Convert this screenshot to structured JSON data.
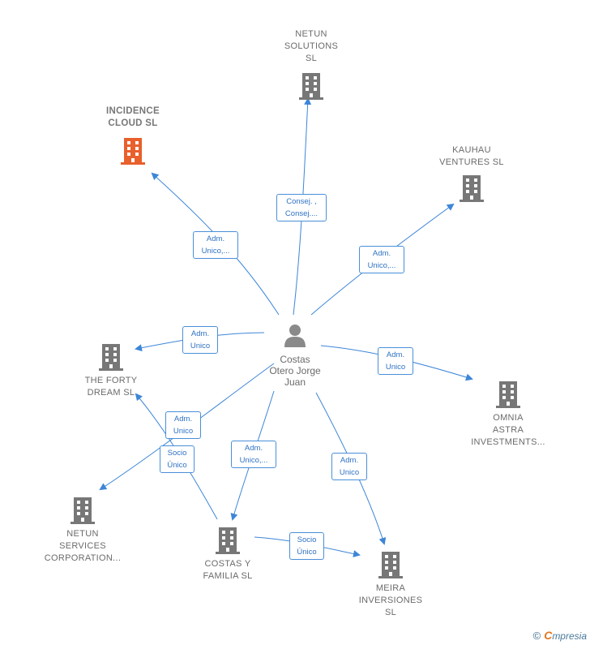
{
  "center": {
    "name": "Costas\nOtero Jorge\nJuan",
    "icon": "person-icon"
  },
  "nodes": [
    {
      "id": "netun-solutions",
      "name": "NETUN\nSOLUTIONS\nSL",
      "icon": "building-icon",
      "color": "#777777"
    },
    {
      "id": "incidence-cloud",
      "name": "INCIDENCE\nCLOUD  SL",
      "icon": "building-icon",
      "color": "#e8602c",
      "focus": true
    },
    {
      "id": "kauhau-ventures",
      "name": "KAUHAU\nVENTURES  SL",
      "icon": "building-icon",
      "color": "#777777"
    },
    {
      "id": "the-forty-dream",
      "name": "THE FORTY\nDREAM  SL",
      "icon": "building-icon",
      "color": "#777777"
    },
    {
      "id": "omnia-astra",
      "name": "OMNIA\nASTRA\nINVESTMENTS...",
      "icon": "building-icon",
      "color": "#777777"
    },
    {
      "id": "netun-services",
      "name": "NETUN\nSERVICES\nCORPORATION...",
      "icon": "building-icon",
      "color": "#777777"
    },
    {
      "id": "costas-y-familia",
      "name": "COSTAS Y\nFAMILIA  SL",
      "icon": "building-icon",
      "color": "#777777"
    },
    {
      "id": "meira-inversiones",
      "name": "MEIRA\nINVERSIONES\nSL",
      "icon": "building-icon",
      "color": "#777777"
    }
  ],
  "edge_labels": {
    "netun-solutions": "Consej. ,\nConsej....",
    "incidence-cloud": "Adm.\nUnico,...",
    "kauhau-ventures": "Adm.\nUnico,...",
    "the-forty-dream": "Adm.\nUnico",
    "omnia-astra": "Adm.\nUnico",
    "netun-services": "Adm.\nUnico",
    "costas-y-familia": "Adm.\nUnico,...",
    "meira-inversiones": "Adm.\nUnico",
    "familia-to-forty": "Socio\nÚnico",
    "familia-to-meira": "Socio\nÚnico"
  },
  "colors": {
    "edge": "#3d86d8",
    "building": "#777777",
    "focus": "#e8602c"
  },
  "brand": {
    "copyright": "©",
    "initial": "C",
    "rest": "mpresia"
  }
}
